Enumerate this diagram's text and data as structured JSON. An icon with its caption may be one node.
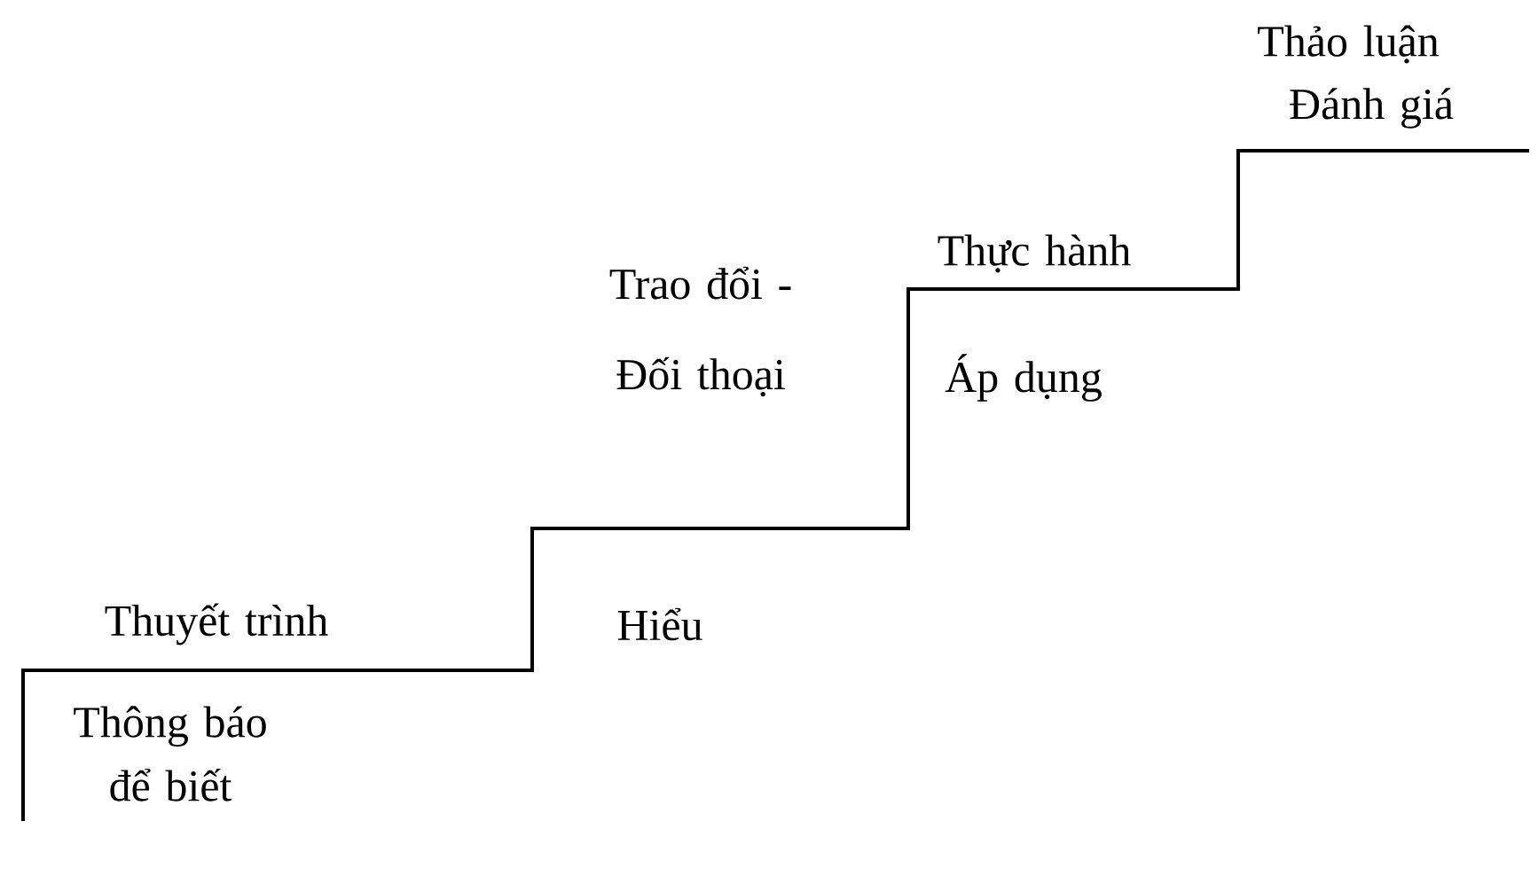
{
  "diagram": {
    "labels": [
      "Thảo luận",
      "Đánh giá",
      "Thực hành",
      "Áp dụng",
      "Trao đổi - Đối thoại",
      "Hiểu",
      "Thuyết trình",
      "Thông báo để biết"
    ]
  }
}
